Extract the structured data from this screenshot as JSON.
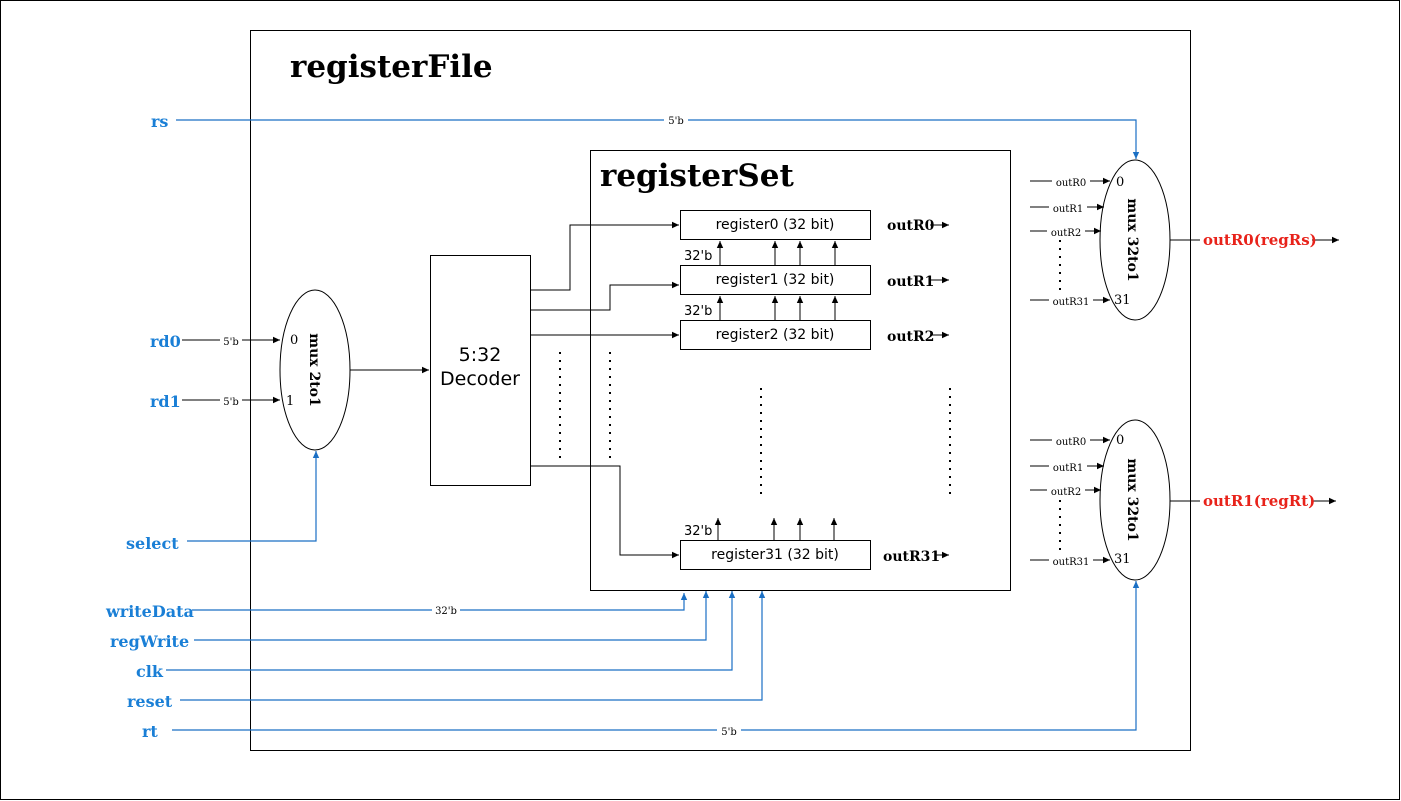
{
  "register_file": {
    "title": "registerFile"
  },
  "register_set": {
    "title": "registerSet"
  },
  "decoder": {
    "line1": "5:32",
    "line2": "Decoder"
  },
  "inputs": {
    "rs": "rs",
    "rd0": "rd0",
    "rd1": "rd1",
    "select": "select",
    "write_data": "writeData",
    "reg_write": "regWrite",
    "clk": "clk",
    "reset": "reset",
    "rt": "rt"
  },
  "widths": {
    "rs": "5'b",
    "rd0": "5'b",
    "rd1": "5'b",
    "write_data": "32'b",
    "rt": "5'b",
    "reg": "32'b"
  },
  "mux_select": {
    "label": "mux 2to1",
    "port0": "0",
    "port1": "1"
  },
  "registers": [
    {
      "label": "register0 (32 bit)",
      "out": "outR0"
    },
    {
      "label": "register1 (32 bit)",
      "out": "outR1"
    },
    {
      "label": "register2 (32 bit)",
      "out": "outR2"
    },
    {
      "label": "register31 (32 bit)",
      "out": "outR31"
    }
  ],
  "mux_rs": {
    "label": "mux 32to1",
    "port_first": "0",
    "port_last": "31",
    "inputs": [
      "outR0",
      "outR1",
      "outR2",
      "outR31"
    ],
    "output": "outR0(regRs)"
  },
  "mux_rt": {
    "label": "mux 32to1",
    "port_first": "0",
    "port_last": "31",
    "inputs": [
      "outR0",
      "outR1",
      "outR2",
      "outR31"
    ],
    "output": "outR1(regRt)"
  },
  "colors": {
    "input_signal": "#1a7fd6",
    "output_signal": "#e8221a",
    "wire_blue": "#1a6fc4"
  }
}
